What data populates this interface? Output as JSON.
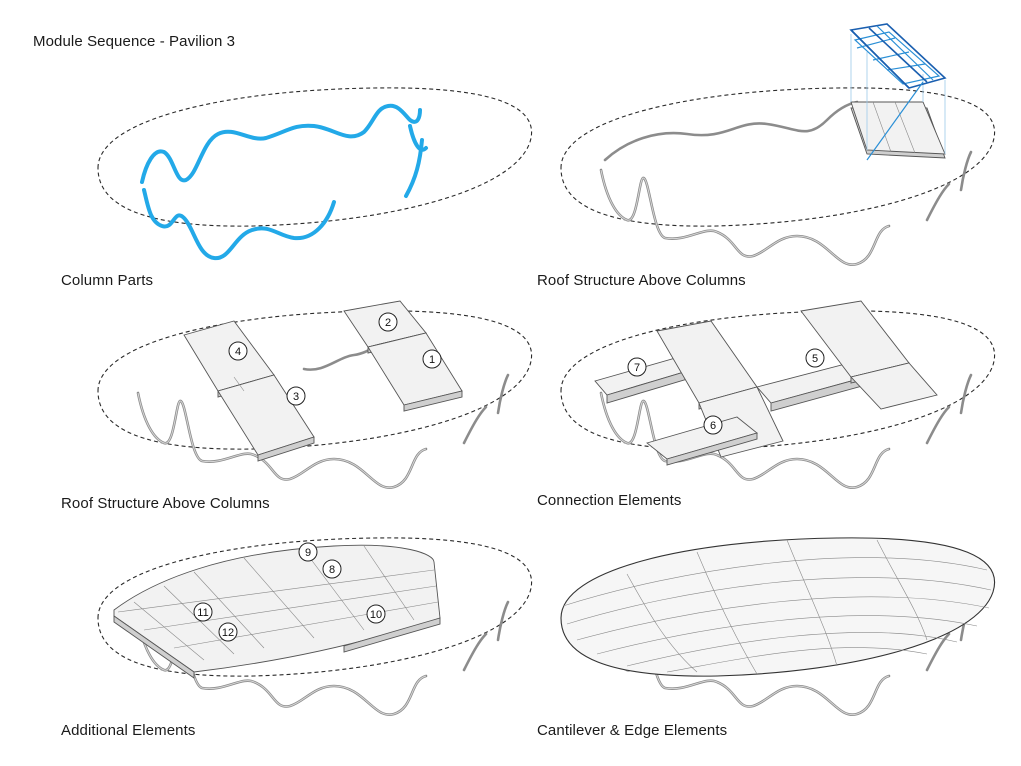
{
  "title": "Module Sequence - Pavilion 3",
  "captions": {
    "p1": "Column Parts",
    "p2": "Roof Structure Above Columns",
    "p3": "Roof Structure Above Columns",
    "p4": "Connection Elements",
    "p5": "Additional Elements",
    "p6": "Cantilever & Edge Elements"
  },
  "modules": {
    "m1": "1",
    "m2": "2",
    "m3": "3",
    "m4": "4",
    "m5": "5",
    "m6": "6",
    "m7": "7",
    "m8": "8",
    "m9": "9",
    "m10": "10",
    "m11": "11",
    "m12": "12"
  },
  "colors": {
    "highlight": "#23a9e8",
    "structure": "#8c8c8c",
    "outline": "#2a2a2a"
  }
}
